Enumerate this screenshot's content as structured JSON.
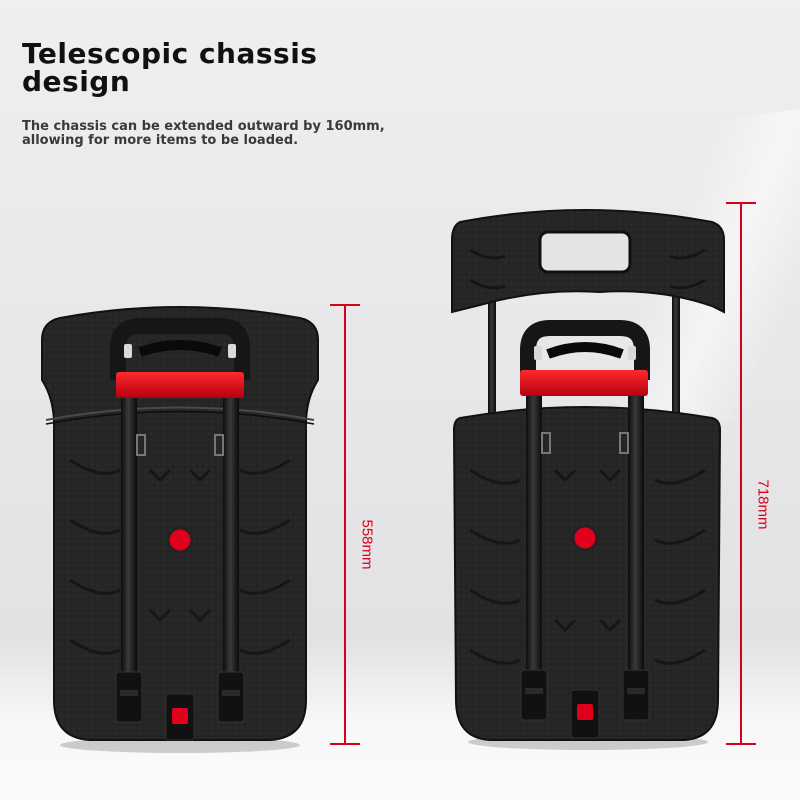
{
  "heading": {
    "title": "Telescopic chassis\n design",
    "description": "The chassis can be extended outward by 160mm,\n allowing for more items to be loaded."
  },
  "products": {
    "collapsed": {
      "dimension_label": "558mm"
    },
    "extended": {
      "dimension_label": "718mm"
    }
  },
  "colors": {
    "accent_red": "#e0001b",
    "dimension_red": "#d6001c",
    "body_black": "#232323"
  },
  "icons": [
    "telescopic-handle-icon",
    "release-button-icon"
  ]
}
